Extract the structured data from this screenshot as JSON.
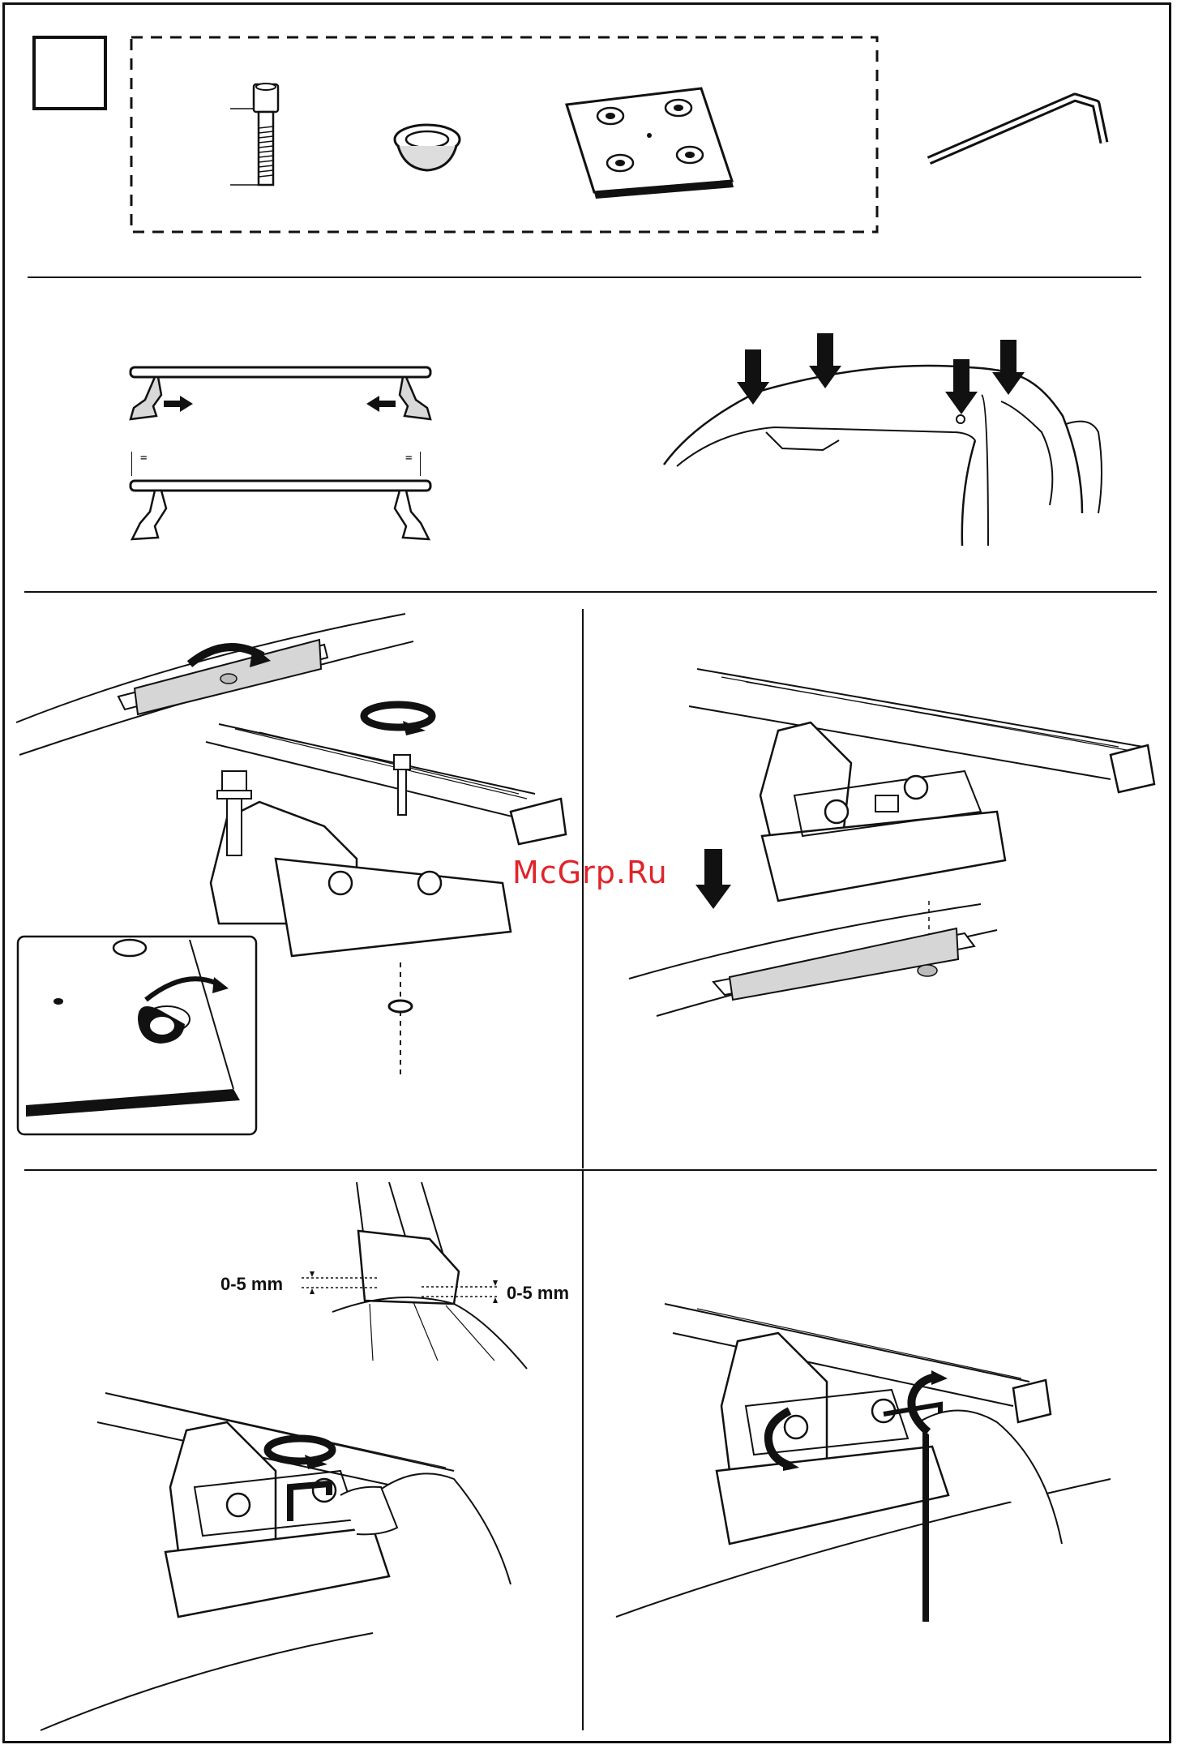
{
  "watermark": {
    "text": "McGrp.Ru"
  },
  "measurements": {
    "left_gap": "0-5 mm",
    "right_gap": "0-5 mm"
  },
  "equal_marks": {
    "left": "=",
    "right": "="
  },
  "icons": [
    "allen-bolt-icon",
    "washer-icon",
    "rubber-pad-icon",
    "hex-key-icon",
    "arrow-down-icon",
    "rotate-arrow-icon"
  ],
  "colors": {
    "line": "#111111",
    "watermark": "#e0242a",
    "pad_gray": "#d6d6d6"
  }
}
